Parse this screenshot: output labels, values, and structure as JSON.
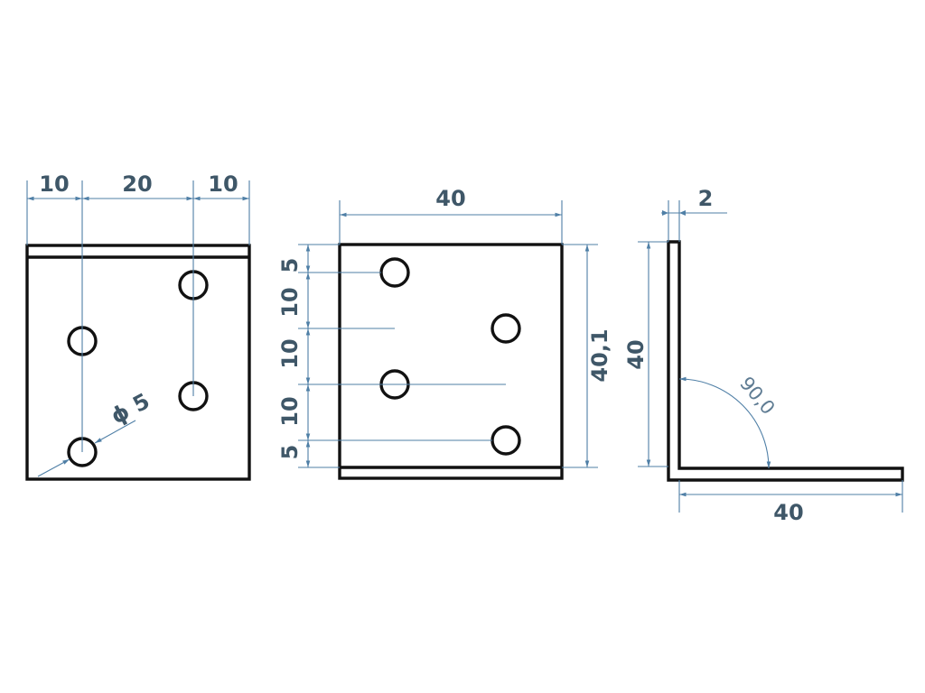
{
  "views": {
    "front": {
      "dims": {
        "left_margin": "10",
        "spacing": "20",
        "right_margin": "10",
        "hole_diameter": "ϕ 5"
      }
    },
    "side": {
      "dims": {
        "width": "40",
        "height": "40,1",
        "v1": "5",
        "v2": "10",
        "v3": "10",
        "v4": "10",
        "v5": "5"
      }
    },
    "profile": {
      "dims": {
        "thickness": "2",
        "height": "40",
        "width": "40",
        "angle": "90,0"
      }
    }
  },
  "colors": {
    "outline": "#111111",
    "dimension": "#4f7fa6",
    "dimension_text": "#3f5768"
  }
}
